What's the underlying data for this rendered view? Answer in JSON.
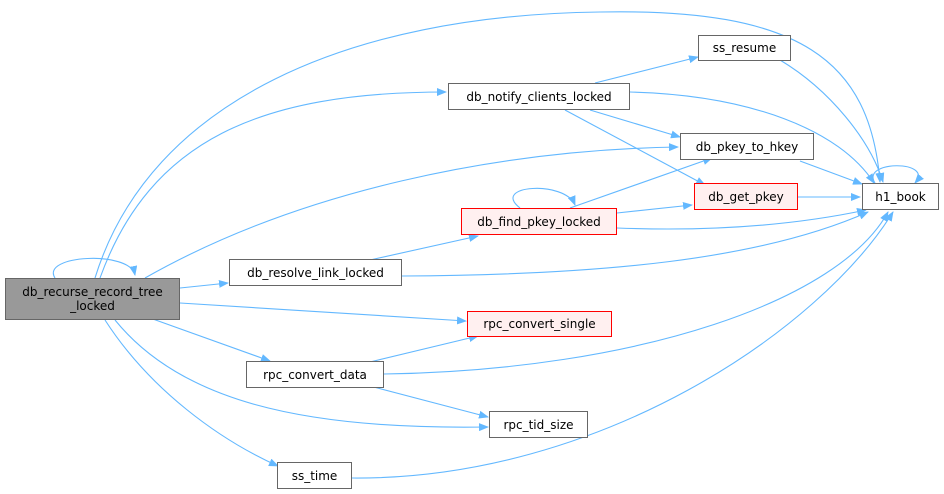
{
  "colors": {
    "edge": "#63b8ff",
    "node_border": "#666666",
    "root_fill": "#999999",
    "highlight_border": "#ff0000",
    "highlight_fill": "#fff0f0"
  },
  "nodes": {
    "root": {
      "line1": "db_recurse_record_tree",
      "line2": "_locked"
    },
    "db_notify_clients_locked": "db_notify_clients_locked",
    "ss_resume": "ss_resume",
    "db_pkey_to_hkey": "db_pkey_to_hkey",
    "db_get_pkey": "db_get_pkey",
    "db_find_pkey_locked": "db_find_pkey_locked",
    "db_resolve_link_locked": "db_resolve_link_locked",
    "h1_book": "h1_book",
    "rpc_convert_single": "rpc_convert_single",
    "rpc_convert_data": "rpc_convert_data",
    "rpc_tid_size": "rpc_tid_size",
    "ss_time": "ss_time"
  }
}
